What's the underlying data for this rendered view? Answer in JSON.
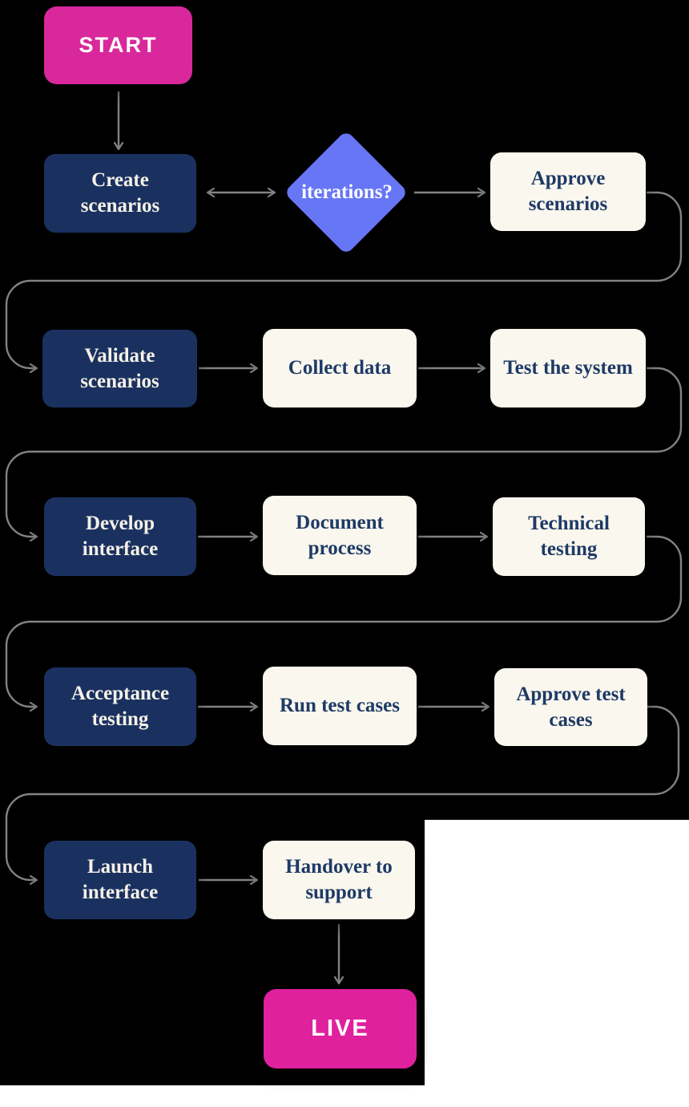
{
  "colors": {
    "bg": "#000000",
    "panel": "#ffffff",
    "navy": "#1a3160",
    "cream": "#faf7ee",
    "pink_start": "#d8289c",
    "pink_live": "#e0219e",
    "diamond": "#6776f5",
    "line": "#828282",
    "text_on_navy": "#f5f1e8",
    "text_on_cream": "#1e3a66"
  },
  "nodes": {
    "start": {
      "label": "START"
    },
    "create_scenarios": {
      "label": "Create scenarios"
    },
    "iterations": {
      "label": "iterations?"
    },
    "approve_scenarios": {
      "label": "Approve scenarios"
    },
    "validate_scenarios": {
      "label": "Validate scenarios"
    },
    "collect_data": {
      "label": "Collect data"
    },
    "test_system": {
      "label": "Test the system"
    },
    "develop_interface": {
      "label": "Develop interface"
    },
    "document_process": {
      "label": "Document process"
    },
    "technical_testing": {
      "label": "Technical testing"
    },
    "acceptance_testing": {
      "label": "Acceptance testing"
    },
    "run_test_cases": {
      "label": "Run test cases"
    },
    "approve_test_cases": {
      "label": "Approve test cases"
    },
    "launch_interface": {
      "label": "Launch interface"
    },
    "handover_support": {
      "label": "Handover to support"
    },
    "live": {
      "label": "LIVE"
    }
  }
}
